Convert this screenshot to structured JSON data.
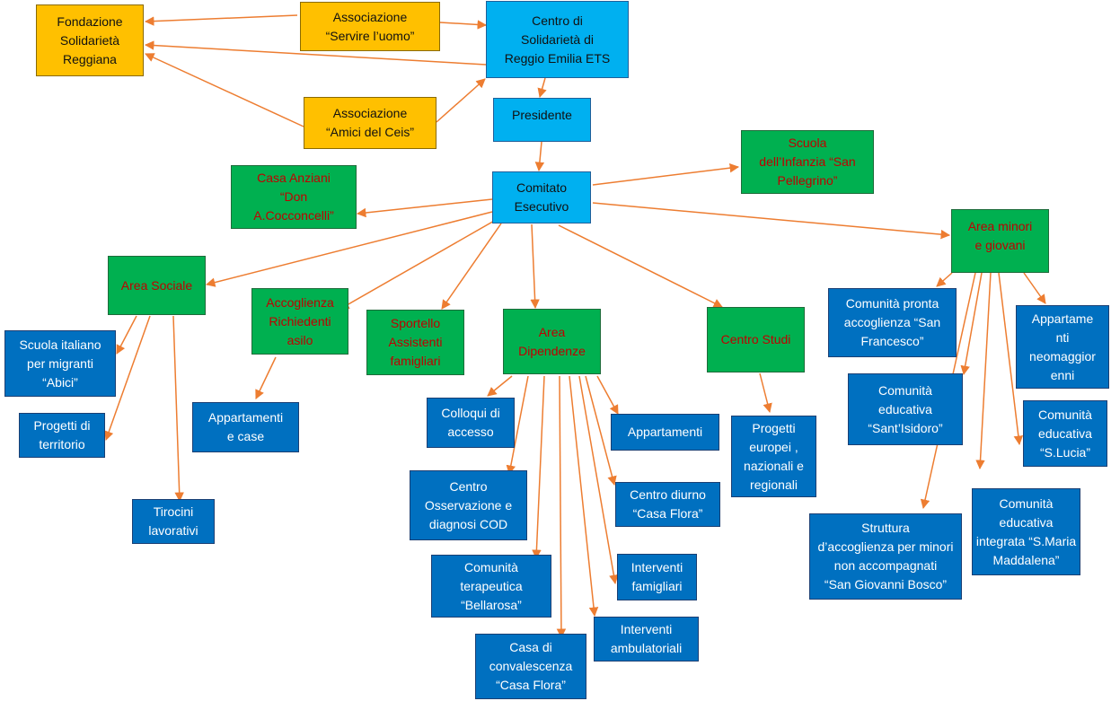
{
  "colors": {
    "orange": "#ffc000",
    "cyan": "#00b0f0",
    "green": "#00b050",
    "blue": "#0070c0",
    "arrow": "#ed7d31",
    "green_text": "#c00000"
  },
  "nodes": {
    "fondazione": {
      "lines": [
        "Fondazione",
        "Solidarietà",
        "Reggiana"
      ]
    },
    "servire": {
      "lines": [
        "Associazione",
        "“Servire l’uomo”"
      ]
    },
    "centro": {
      "lines": [
        "Centro di",
        "Solidarietà di",
        "Reggio Emilia ETS"
      ]
    },
    "amici": {
      "lines": [
        "Associazione",
        "“Amici del Ceis”"
      ]
    },
    "presidente": {
      "lines": [
        "Presidente"
      ]
    },
    "scuola_infanzia": {
      "lines": [
        "Scuola",
        "dell’Infanzia “San",
        "Pellegrino”"
      ]
    },
    "casa_anziani": {
      "lines": [
        "Casa Anziani",
        "“Don",
        "A.Cocconcelli”"
      ]
    },
    "comitato": {
      "lines": [
        "Comitato",
        "Esecutivo"
      ]
    },
    "area_minori": {
      "lines": [
        "Area minori",
        "e giovani"
      ]
    },
    "area_sociale": {
      "lines": [
        "Area Sociale"
      ]
    },
    "accoglienza": {
      "lines": [
        "Accoglienza",
        "Richiedenti",
        "asilo"
      ]
    },
    "sportello": {
      "lines": [
        "Sportello",
        "Assistenti",
        "famigliari"
      ]
    },
    "area_dipendenze": {
      "lines": [
        "Area",
        "Dipendenze"
      ]
    },
    "centro_studi": {
      "lines": [
        "Centro Studi"
      ]
    },
    "scuola_italiano": {
      "lines": [
        "Scuola italiano",
        "per migranti",
        "“Abici”"
      ]
    },
    "progetti_territorio": {
      "lines": [
        "Progetti di",
        "territorio"
      ]
    },
    "tirocini": {
      "lines": [
        "Tirocini",
        "lavorativi"
      ]
    },
    "appartamenti_case": {
      "lines": [
        "Appartamenti",
        "e case"
      ]
    },
    "colloqui": {
      "lines": [
        "Colloqui di",
        "accesso"
      ]
    },
    "appartamenti": {
      "lines": [
        "Appartamenti"
      ]
    },
    "cod": {
      "lines": [
        "Centro",
        "Osservazione e",
        "diagnosi COD"
      ]
    },
    "centro_diurno": {
      "lines": [
        "Centro diurno",
        "“Casa Flora”"
      ]
    },
    "bellarosa": {
      "lines": [
        "Comunità",
        "terapeutica",
        "“Bellarosa”"
      ]
    },
    "interventi_famigliari": {
      "lines": [
        "Interventi",
        "famigliari"
      ]
    },
    "interventi_ambulatoriali": {
      "lines": [
        "Interventi",
        "ambulatoriali"
      ]
    },
    "convalescenza": {
      "lines": [
        "Casa di",
        "convalescenza",
        "“Casa Flora”"
      ]
    },
    "progetti_europei": {
      "lines": [
        "Progetti",
        "europei ,",
        "nazionali e",
        "regionali"
      ]
    },
    "pronta_accoglienza": {
      "lines": [
        "Comunità pronta",
        "accoglienza “San",
        "Francesco”"
      ]
    },
    "neomaggiorenni": {
      "lines": [
        "Appartame",
        "nti",
        "neomaggior",
        "enni"
      ]
    },
    "santisidoro": {
      "lines": [
        "Comunità",
        "educativa",
        "“Sant’Isidoro”"
      ]
    },
    "slucia": {
      "lines": [
        "Comunità",
        "educativa",
        "“S.Lucia”"
      ]
    },
    "smaria": {
      "lines": [
        "Comunità",
        "educativa",
        "integrata “S.Maria",
        "Maddalena”"
      ]
    },
    "san_giovanni": {
      "lines": [
        "Struttura",
        "d’accoglienza per minori",
        "non accompagnati",
        "“San Giovanni Bosco”"
      ]
    }
  }
}
